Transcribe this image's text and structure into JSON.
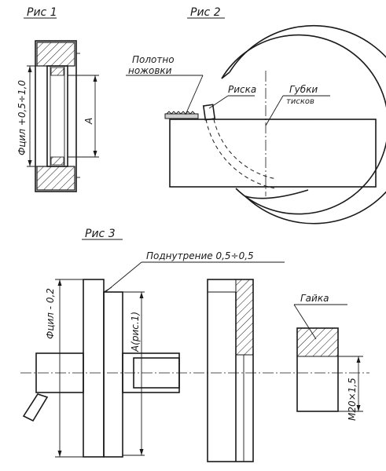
{
  "figures": {
    "fig1": {
      "title": "Рис 1",
      "dim_diameter": "Фцил +0,5÷1,0",
      "dim_a": "А"
    },
    "fig2": {
      "title": "Рис 2",
      "blade_label_line1": "Полотно",
      "blade_label_line2": "ножовки",
      "mark_label": "Риска",
      "jaws_label_line1": "Губки",
      "jaws_label_line2": "тисков"
    },
    "fig3": {
      "title": "Рис 3",
      "undercut_label": "Поднутрение 0,5÷0,5",
      "dim_diameter": "Фцил - 0,2",
      "dim_a": "А(рис.1)",
      "nut_label": "Гайка",
      "thread_label": "М20×1,5"
    }
  },
  "colors": {
    "ink": "#1a1a1a",
    "paper": "#ffffff"
  }
}
